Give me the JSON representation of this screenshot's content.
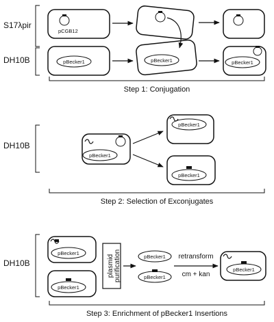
{
  "strains": {
    "s17": "S17λpir",
    "dh10b_1": "DH10B",
    "dh10b_2": "DH10B",
    "dh10b_3": "DH10B"
  },
  "plasmids": {
    "pcgb12": "pCGB12",
    "pbecker": "pBecker1"
  },
  "steps": {
    "step1": "Step 1: Conjugation",
    "step2": "Step 2: Selection of Exconjugates",
    "step3": "Step 3: Enrichment of pBecker1 Insertions"
  },
  "procedure": {
    "plasmid": "plasmid",
    "purification": "purification",
    "retransform": "retransform",
    "selection": "cm + kan"
  }
}
